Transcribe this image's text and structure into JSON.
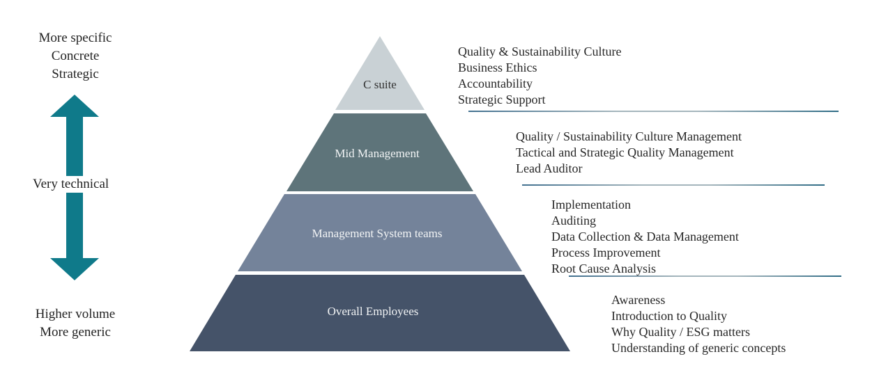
{
  "background": "#FFFFFF",
  "text_color": "#262626",
  "divider_color": "#3A6E8C",
  "left_panel": {
    "top_label": [
      "More specific",
      "Concrete",
      "Strategic"
    ],
    "middle_label": "Very technical",
    "bottom_label": [
      "Higher volume",
      "More generic"
    ],
    "arrow_icon": "double-vertical-arrow",
    "arrow_color": "#0F7A8A"
  },
  "pyramid": {
    "levels": [
      {
        "label": "C suite",
        "color": "#C9D1D5",
        "text_color": "#333333"
      },
      {
        "label": "Mid Management",
        "color": "#5E747A",
        "text_color": "#F2F4F5"
      },
      {
        "label": "Management System teams",
        "color": "#74839A",
        "text_color": "#F2F4F5"
      },
      {
        "label": "Overall Employees",
        "color": "#455369",
        "text_color": "#F2F4F5"
      }
    ]
  },
  "annotations": [
    {
      "for_level": "C suite",
      "items": [
        "Quality & Sustainability Culture",
        "Business Ethics",
        "Accountability",
        "Strategic Support"
      ]
    },
    {
      "for_level": "Mid Management",
      "items": [
        "Quality / Sustainability Culture Management",
        "Tactical and Strategic Quality Management",
        "Lead Auditor"
      ]
    },
    {
      "for_level": "Management System teams",
      "items": [
        "Implementation",
        "Auditing",
        "Data Collection & Data Management",
        "Process Improvement",
        "Root Cause Analysis"
      ]
    },
    {
      "for_level": "Overall Employees",
      "items": [
        "Awareness",
        "Introduction to Quality",
        "Why Quality / ESG matters",
        "Understanding of generic concepts"
      ]
    }
  ]
}
